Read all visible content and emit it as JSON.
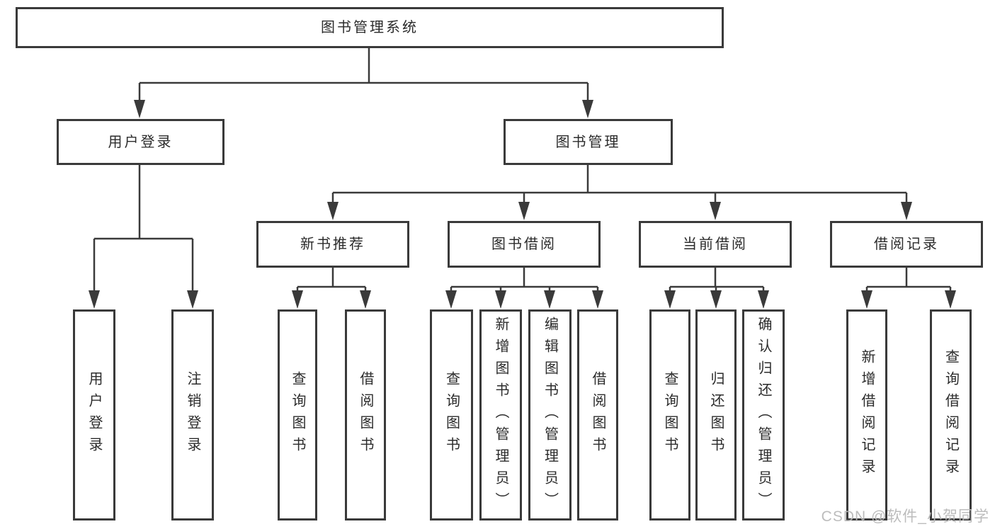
{
  "diagram_type": "tree",
  "colors": {
    "line": "#3a3a3a",
    "text": "#2b2b2b",
    "background": "#ffffff",
    "watermark": "#b9b9b9"
  },
  "tree": {
    "root": {
      "label": "图书管理系统"
    },
    "user": {
      "label": "用户登录",
      "children": [
        {
          "label": "用户登录"
        },
        {
          "label": "注销登录"
        }
      ]
    },
    "management": {
      "label": "图书管理",
      "groups": [
        {
          "label": "新书推荐",
          "children": [
            {
              "label": "查询图书"
            },
            {
              "label": "借阅图书"
            }
          ]
        },
        {
          "label": "图书借阅",
          "children": [
            {
              "label": "查询图书"
            },
            {
              "label": "新增图书（管理员）"
            },
            {
              "label": "编辑图书（管理员）"
            },
            {
              "label": "借阅图书"
            }
          ]
        },
        {
          "label": "当前借阅",
          "children": [
            {
              "label": "查询图书"
            },
            {
              "label": "归还图书"
            },
            {
              "label": "确认归还（管理员）"
            }
          ]
        },
        {
          "label": "借阅记录",
          "children": [
            {
              "label": "新增借阅记录"
            },
            {
              "label": "查询借阅记录"
            }
          ]
        }
      ]
    }
  },
  "watermark": {
    "text": "CSDN @软件_小贺同学"
  }
}
